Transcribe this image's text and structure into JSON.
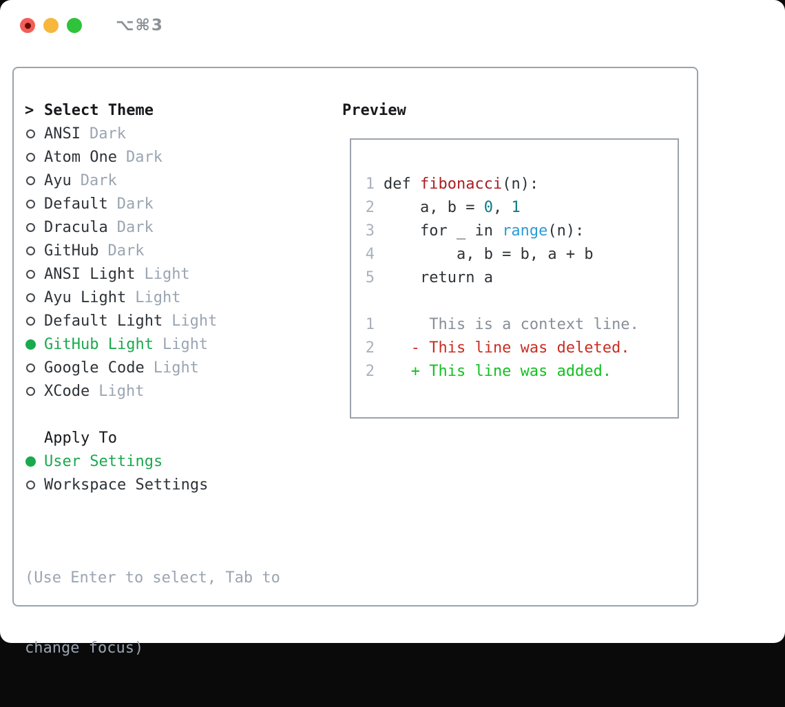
{
  "colors": {
    "green-sel": "#1ba94e",
    "green-add": "#12c121",
    "red-del": "#c92d22",
    "red-func": "#ab1e23",
    "teal": "#0c7b87",
    "blue": "#2b9cd8",
    "border": "#9aa3ad",
    "muted": "#9aa5b2",
    "lineno": "#a8b1bc",
    "traffic-close": "#f25e57",
    "traffic-close-dot": "#640d04",
    "traffic-min": "#f6b73c",
    "traffic-max": "#2fc23a"
  },
  "window": {
    "title": "⌥⌘3"
  },
  "selector": {
    "prompt": ">",
    "title": "Select Theme",
    "themes": [
      {
        "name": "ANSI",
        "variant": "Dark",
        "selected": false
      },
      {
        "name": "Atom One",
        "variant": "Dark",
        "selected": false
      },
      {
        "name": "Ayu",
        "variant": "Dark",
        "selected": false
      },
      {
        "name": "Default",
        "variant": "Dark",
        "selected": false
      },
      {
        "name": "Dracula",
        "variant": "Dark",
        "selected": false
      },
      {
        "name": "GitHub",
        "variant": "Dark",
        "selected": false
      },
      {
        "name": "ANSI Light",
        "variant": "Light",
        "selected": false
      },
      {
        "name": "Ayu Light",
        "variant": "Light",
        "selected": false
      },
      {
        "name": "Default Light",
        "variant": "Light",
        "selected": false
      },
      {
        "name": "GitHub Light",
        "variant": "Light",
        "selected": true
      },
      {
        "name": "Google Code",
        "variant": "Light",
        "selected": false
      },
      {
        "name": "XCode",
        "variant": "Light",
        "selected": false
      }
    ],
    "apply_to": {
      "label": "Apply To",
      "options": [
        {
          "name": "User Settings",
          "selected": true
        },
        {
          "name": "Workspace Settings",
          "selected": false
        }
      ]
    },
    "hint_lines": [
      "(Use Enter to select, Tab to",
      "change focus)"
    ]
  },
  "preview": {
    "title": "Preview",
    "lines": [
      {
        "num": "1",
        "segments": [
          {
            "text": "def ",
            "style": "text"
          },
          {
            "text": "fibonacci",
            "style": "func"
          },
          {
            "text": "(n):",
            "style": "text"
          }
        ]
      },
      {
        "num": "2",
        "segments": [
          {
            "text": "    a, b = ",
            "style": "text"
          },
          {
            "text": "0",
            "style": "num"
          },
          {
            "text": ", ",
            "style": "text"
          },
          {
            "text": "1",
            "style": "num"
          }
        ]
      },
      {
        "num": "3",
        "segments": [
          {
            "text": "    for _ in ",
            "style": "text"
          },
          {
            "text": "range",
            "style": "call"
          },
          {
            "text": "(n):",
            "style": "text"
          }
        ]
      },
      {
        "num": "4",
        "segments": [
          {
            "text": "        a, b = b, a + b",
            "style": "text"
          }
        ]
      },
      {
        "num": "5",
        "segments": [
          {
            "text": "    return a",
            "style": "text"
          }
        ]
      },
      {
        "num": "",
        "segments": []
      },
      {
        "num": "1",
        "segments": [
          {
            "text": "     This is a context line.",
            "style": "context"
          }
        ]
      },
      {
        "num": "2",
        "segments": [
          {
            "text": "   - This line was deleted.",
            "style": "deleted"
          }
        ]
      },
      {
        "num": "2",
        "segments": [
          {
            "text": "   + This line was added.",
            "style": "added"
          }
        ]
      }
    ]
  }
}
